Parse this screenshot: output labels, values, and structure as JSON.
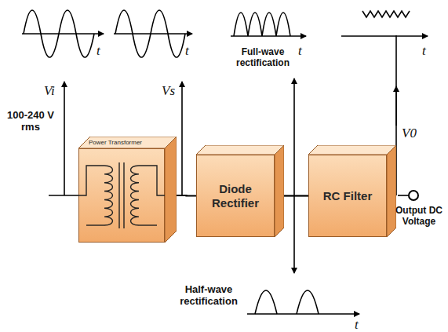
{
  "diagram": {
    "nodes": [
      {
        "text": [
          "Power Transformer"
        ]
      },
      {
        "text": [
          "Diode Rectifier"
        ]
      },
      {
        "text": [
          "RC Filter"
        ]
      }
    ],
    "edges": [
      {
        "from": 0,
        "to": 1,
        "arrow": "none"
      },
      {
        "from": 1,
        "to": 2,
        "arrow": "none"
      }
    ],
    "labels": [
      "t",
      "t",
      "Full-wave rectification",
      "t",
      "t",
      "Vi",
      "100-240 V rms",
      "Vs",
      "V0",
      "Output DC Voltage",
      "Half-wave rectification",
      "t"
    ]
  }
}
